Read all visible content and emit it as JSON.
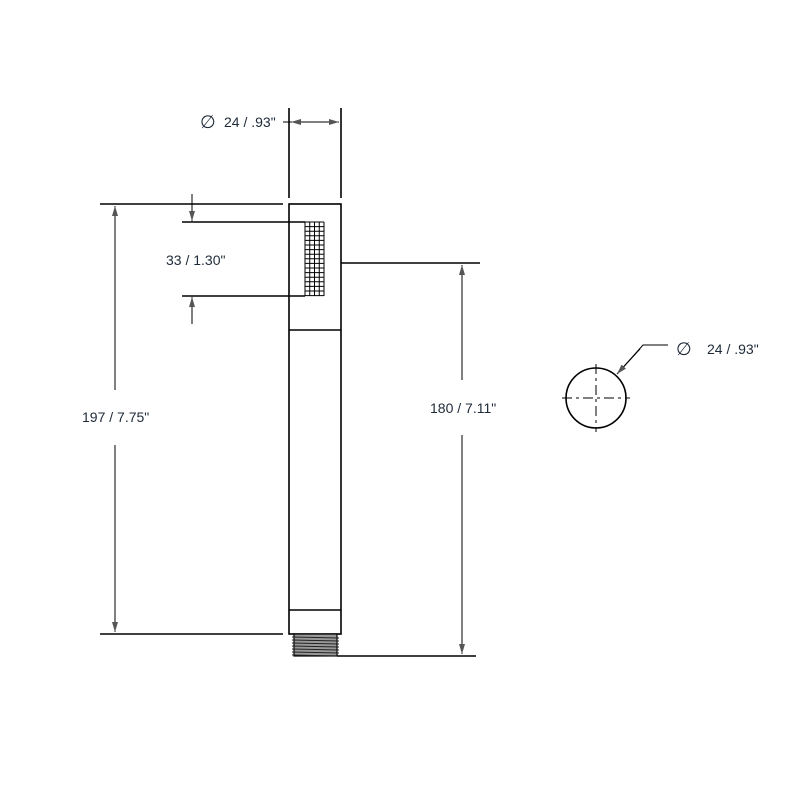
{
  "dimensions": {
    "diameter_top": {
      "symbol": "∅",
      "label": "24 / .93\""
    },
    "spray_face_height": {
      "label": "33 / 1.30\""
    },
    "overall_length": {
      "label": "197 / 7.75\""
    },
    "length_to_thread": {
      "label": "180 / 7.11\""
    },
    "diameter_side": {
      "symbol": "∅",
      "label": "24 / .93\""
    }
  },
  "colors": {
    "line": "#000000",
    "text": "#1e2a38"
  }
}
